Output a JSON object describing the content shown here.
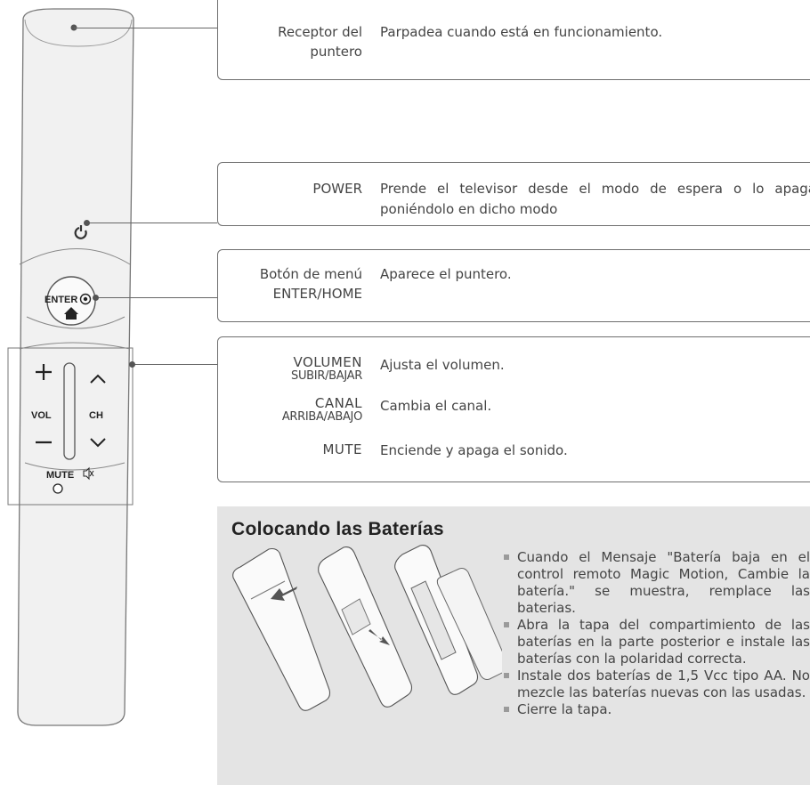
{
  "remote": {
    "enter_label": "ENTER",
    "vol_label": "VOL",
    "ch_label": "CH",
    "mute_label": "MUTE",
    "plus": "+",
    "minus": "—",
    "up": "^",
    "down": "v"
  },
  "callouts": [
    {
      "label": [
        "Receptor del",
        "puntero"
      ],
      "desc": "Parpadea cuando está en funcionamiento."
    },
    {
      "label": [
        "POWER"
      ],
      "desc": "Prende el televisor desde el modo de espera o lo apaga poniéndolo en dicho modo"
    },
    {
      "label": [
        "Botón de menú",
        "ENTER/HOME"
      ],
      "desc": "Aparece el puntero."
    }
  ],
  "controls": [
    {
      "label_big": "VOLUMEN",
      "label_small": "SUBIR/BAJAR",
      "desc": "Ajusta el volumen."
    },
    {
      "label_big": "CANAL",
      "label_small": "ARRIBA/ABAJO",
      "desc": "Cambia el canal."
    },
    {
      "label_big": "MUTE",
      "label_small": "",
      "desc": "Enciende y apaga el sonido."
    }
  ],
  "batteries": {
    "title": "Colocando las Baterías",
    "items": [
      "Cuando el Mensaje \"Batería baja en el control remoto Magic Motion, Cambie la batería.\" se muestra, remplace las baterias.",
      "Abra la tapa del compartimiento de las baterías en la parte posterior e instale las baterías con la polaridad correcta.",
      "Instale dos baterías de 1,5 Vcc tipo AA. No mezcle las baterías nuevas con las usadas.",
      "Cierre la tapa."
    ]
  }
}
